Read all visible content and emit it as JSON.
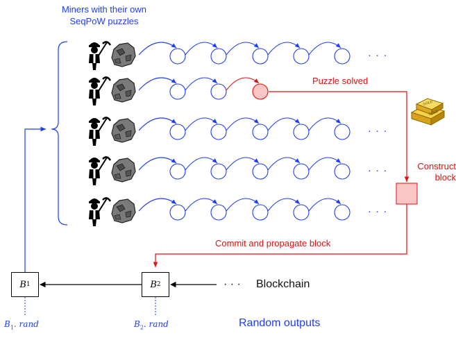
{
  "header": {
    "title_line1": "Miners with their own",
    "title_line2": "SeqPoW puzzles"
  },
  "labels": {
    "puzzle_solved": "Puzzle solved",
    "construct_line1": "Construct",
    "construct_line2": "block",
    "commit": "Commit and propagate block",
    "blockchain_dots": "· · ·",
    "blockchain": "Blockchain",
    "random_outputs": "Random outputs",
    "ellipsis": "· · ·"
  },
  "blocks": [
    {
      "letter": "B",
      "sub": "1",
      "rand_var": ". rand"
    },
    {
      "letter": "B",
      "sub": "2",
      "rand_var": ". rand"
    }
  ],
  "gold": {
    "top_text": "GOLD",
    "bottom_text": "GOLD"
  },
  "miners": [
    {
      "solved": false,
      "chain_length": 6
    },
    {
      "solved": true,
      "chain_length": 3
    },
    {
      "solved": false,
      "chain_length": 6
    },
    {
      "solved": false,
      "chain_length": 6
    },
    {
      "solved": false,
      "chain_length": 6
    }
  ],
  "colors": {
    "blue": "#1e3cff",
    "red": "#e01010",
    "solved_fill": "#f9c5c5",
    "rock": "#6e6e6e",
    "gold": "#e6b422"
  }
}
